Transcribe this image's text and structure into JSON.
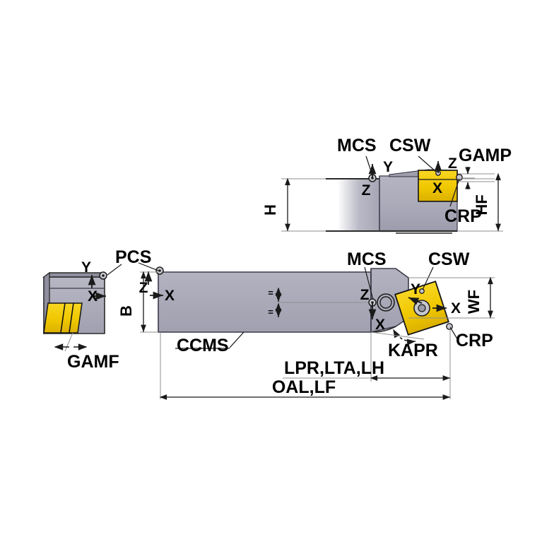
{
  "drawing": {
    "title": "ISO turning tool holder dimension diagram",
    "background_color": "#ffffff",
    "line_color": "#000000",
    "dimension_line_color": "#8a8a8a",
    "shank_fill_dark": "#a7a7b6",
    "shank_fill_light": "#ffffff",
    "insert_fill": "#f5cf17",
    "insert_fill_dark": "#d9a800",
    "insert_stroke": "#161616"
  },
  "views": {
    "top_right": {
      "name": "side-elevation-view",
      "labels": {
        "mcs": "MCS",
        "csw": "CSW",
        "gamp": "GAMP",
        "crp": "CRP",
        "axis_y": "Y",
        "axis_z_left": "Z",
        "axis_z_right": "Z",
        "axis_x": "X"
      },
      "dimensions": {
        "h": "H",
        "hf": "HF"
      }
    },
    "left_end": {
      "name": "end-view",
      "labels": {
        "gamf": "GAMF",
        "axis_y": "Y",
        "axis_x": "X"
      }
    },
    "main_plan": {
      "name": "plan-view",
      "labels": {
        "pcs": "PCS",
        "mcs": "MCS",
        "csw": "CSW",
        "crp": "CRP",
        "kapr": "KAPR",
        "ccms": "CCMS",
        "axis_z_left": "Z",
        "axis_x_left": "X",
        "axis_z_right": "Z",
        "axis_x_right": "X",
        "axis_y_right": "Y",
        "axis_x_head": "X"
      },
      "dimensions": {
        "b": "B",
        "wf": "WF",
        "lpr": "LPR,LTA,LH",
        "oal": "OAL,LF"
      }
    }
  }
}
